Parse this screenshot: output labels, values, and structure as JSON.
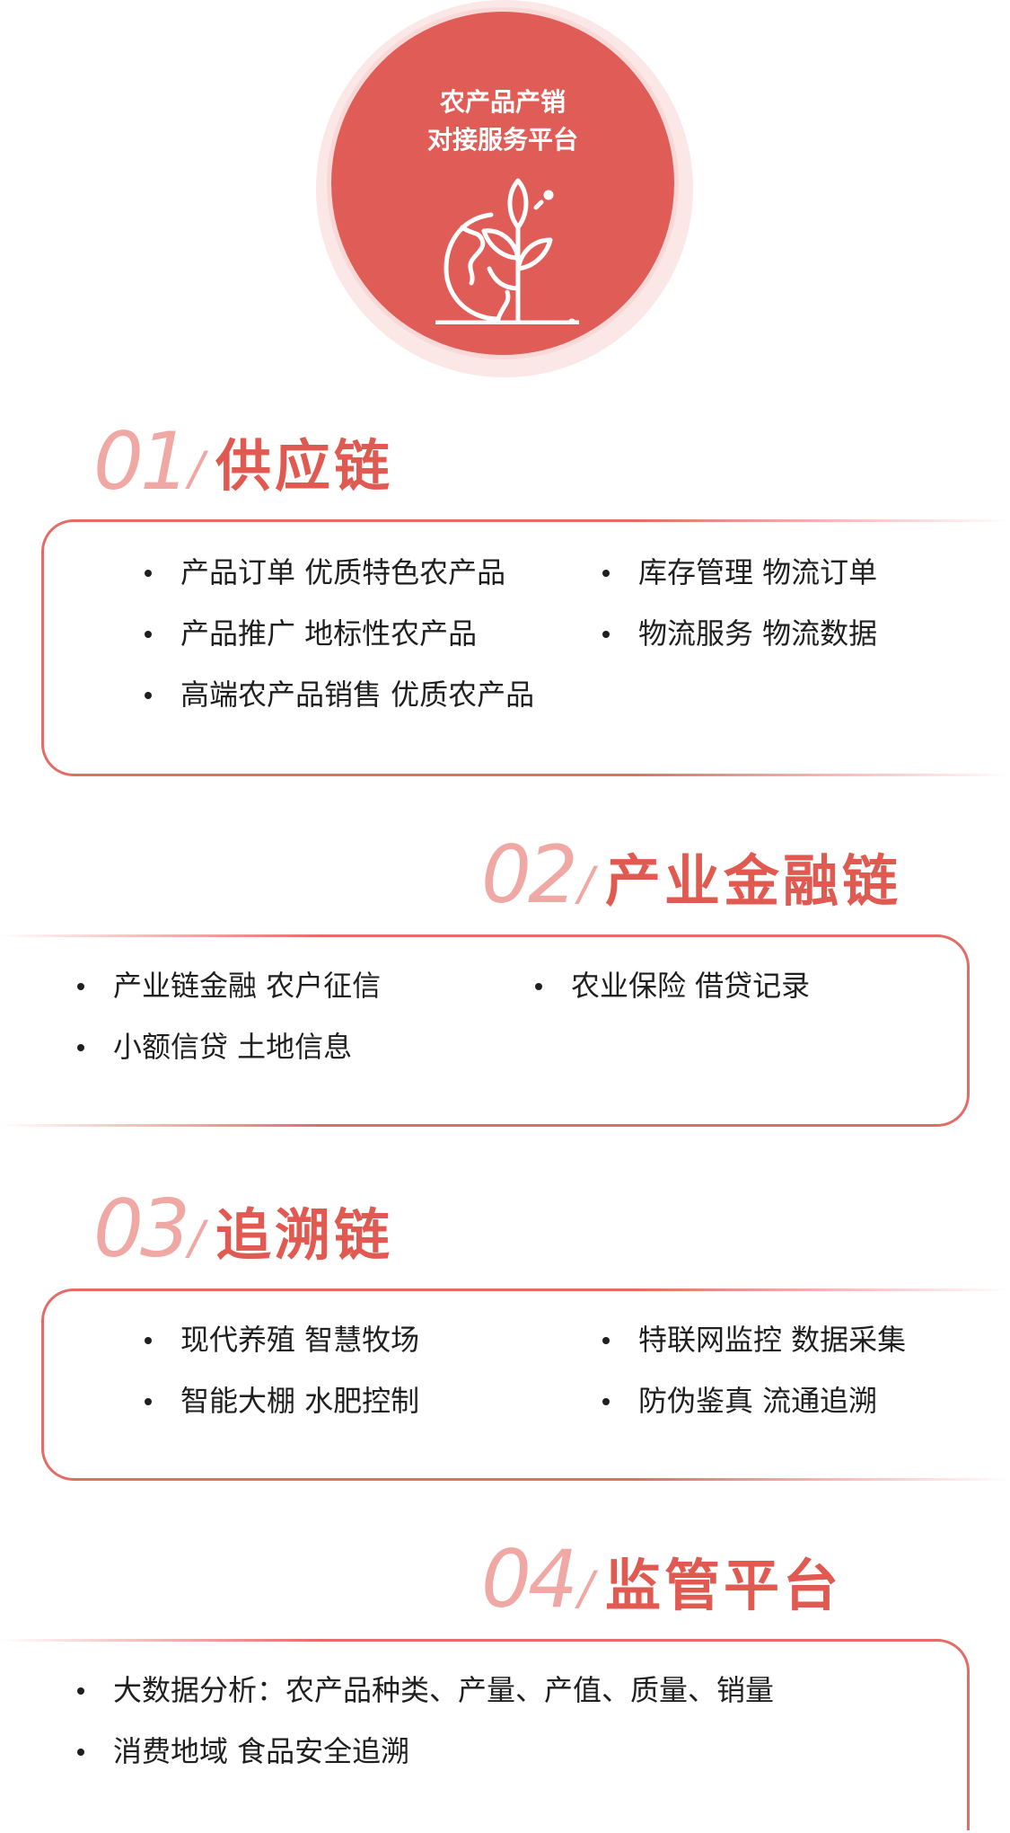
{
  "hero": {
    "title_line1": "农产品产销",
    "title_line2": "对接服务平台",
    "icon": "globe-plant-icon"
  },
  "sections": [
    {
      "number": "01",
      "slash": "/",
      "title": "供应链",
      "left_items": [
        "产品订单  优质特色农产品",
        "产品推广  地标性农产品",
        "高端农产品销售  优质农产品"
      ],
      "right_items": [
        "库存管理  物流订单",
        "物流服务  物流数据"
      ]
    },
    {
      "number": "02",
      "slash": "/",
      "title": "产业金融链",
      "left_items": [
        "产业链金融  农户征信",
        "小额信贷  土地信息"
      ],
      "right_items": [
        "农业保险  借贷记录"
      ]
    },
    {
      "number": "03",
      "slash": "/",
      "title": "追溯链",
      "left_items": [
        "现代养殖  智慧牧场",
        "智能大棚  水肥控制"
      ],
      "right_items": [
        "特联网监控  数据采集",
        "防伪鉴真  流通追溯"
      ]
    },
    {
      "number": "04",
      "slash": "/",
      "title": "监管平台",
      "left_items": [
        "大数据分析：农产品种类、产量、产值、质量、销量",
        "消费地域  食品安全追溯"
      ],
      "right_items": []
    }
  ],
  "colors": {
    "accent": "#e05d57",
    "accent_light": "#f0a8a4",
    "ring": "#fbe7e6"
  }
}
